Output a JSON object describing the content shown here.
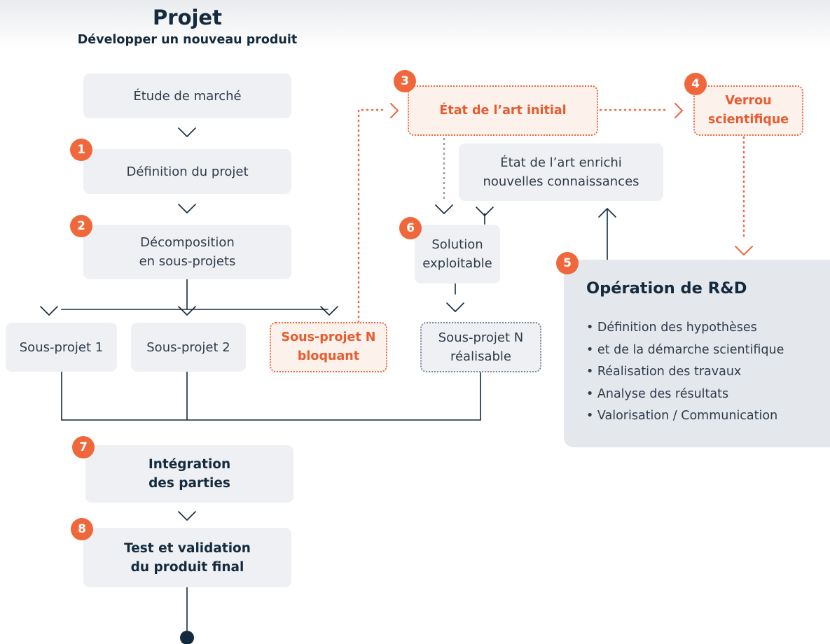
{
  "header": {
    "title": "Projet",
    "subtitle": "Développer un nouveau produit"
  },
  "steps": {
    "etude_marche": "Étude de marché",
    "definition_projet": "Définition du projet",
    "decomposition": "Décomposition\nen sous-projets",
    "sous_projet_1": "Sous-projet 1",
    "sous_projet_2": "Sous-projet 2",
    "sous_projet_n_bloquant": "Sous-projet N\nbloquant",
    "sous_projet_n_realisable": "Sous-projet N\nréalisable",
    "etat_art_initial": "État de l’art initial",
    "verrou_scientifique": "Verrou\nscientifique",
    "etat_art_enrichi": "État de l’art enrichi\nnouvelles connaissances",
    "solution_exploitable": "Solution\nexploitable",
    "integration": "Intégration\ndes parties",
    "test_validation": "Test et validation\ndu produit final"
  },
  "badges": [
    "1",
    "2",
    "3",
    "4",
    "5",
    "6",
    "7",
    "8"
  ],
  "operation": {
    "title": "Opération de R&D",
    "items": [
      "Définition des hypothèses",
      "et de la démarche scientifique",
      "Réalisation des travaux",
      "Analyse des résultats",
      "Valorisation / Communication"
    ]
  },
  "colors": {
    "accent": "#f0673c",
    "dark": "#142a3e",
    "box": "#eef0f3",
    "panel": "#e4e7eb"
  }
}
